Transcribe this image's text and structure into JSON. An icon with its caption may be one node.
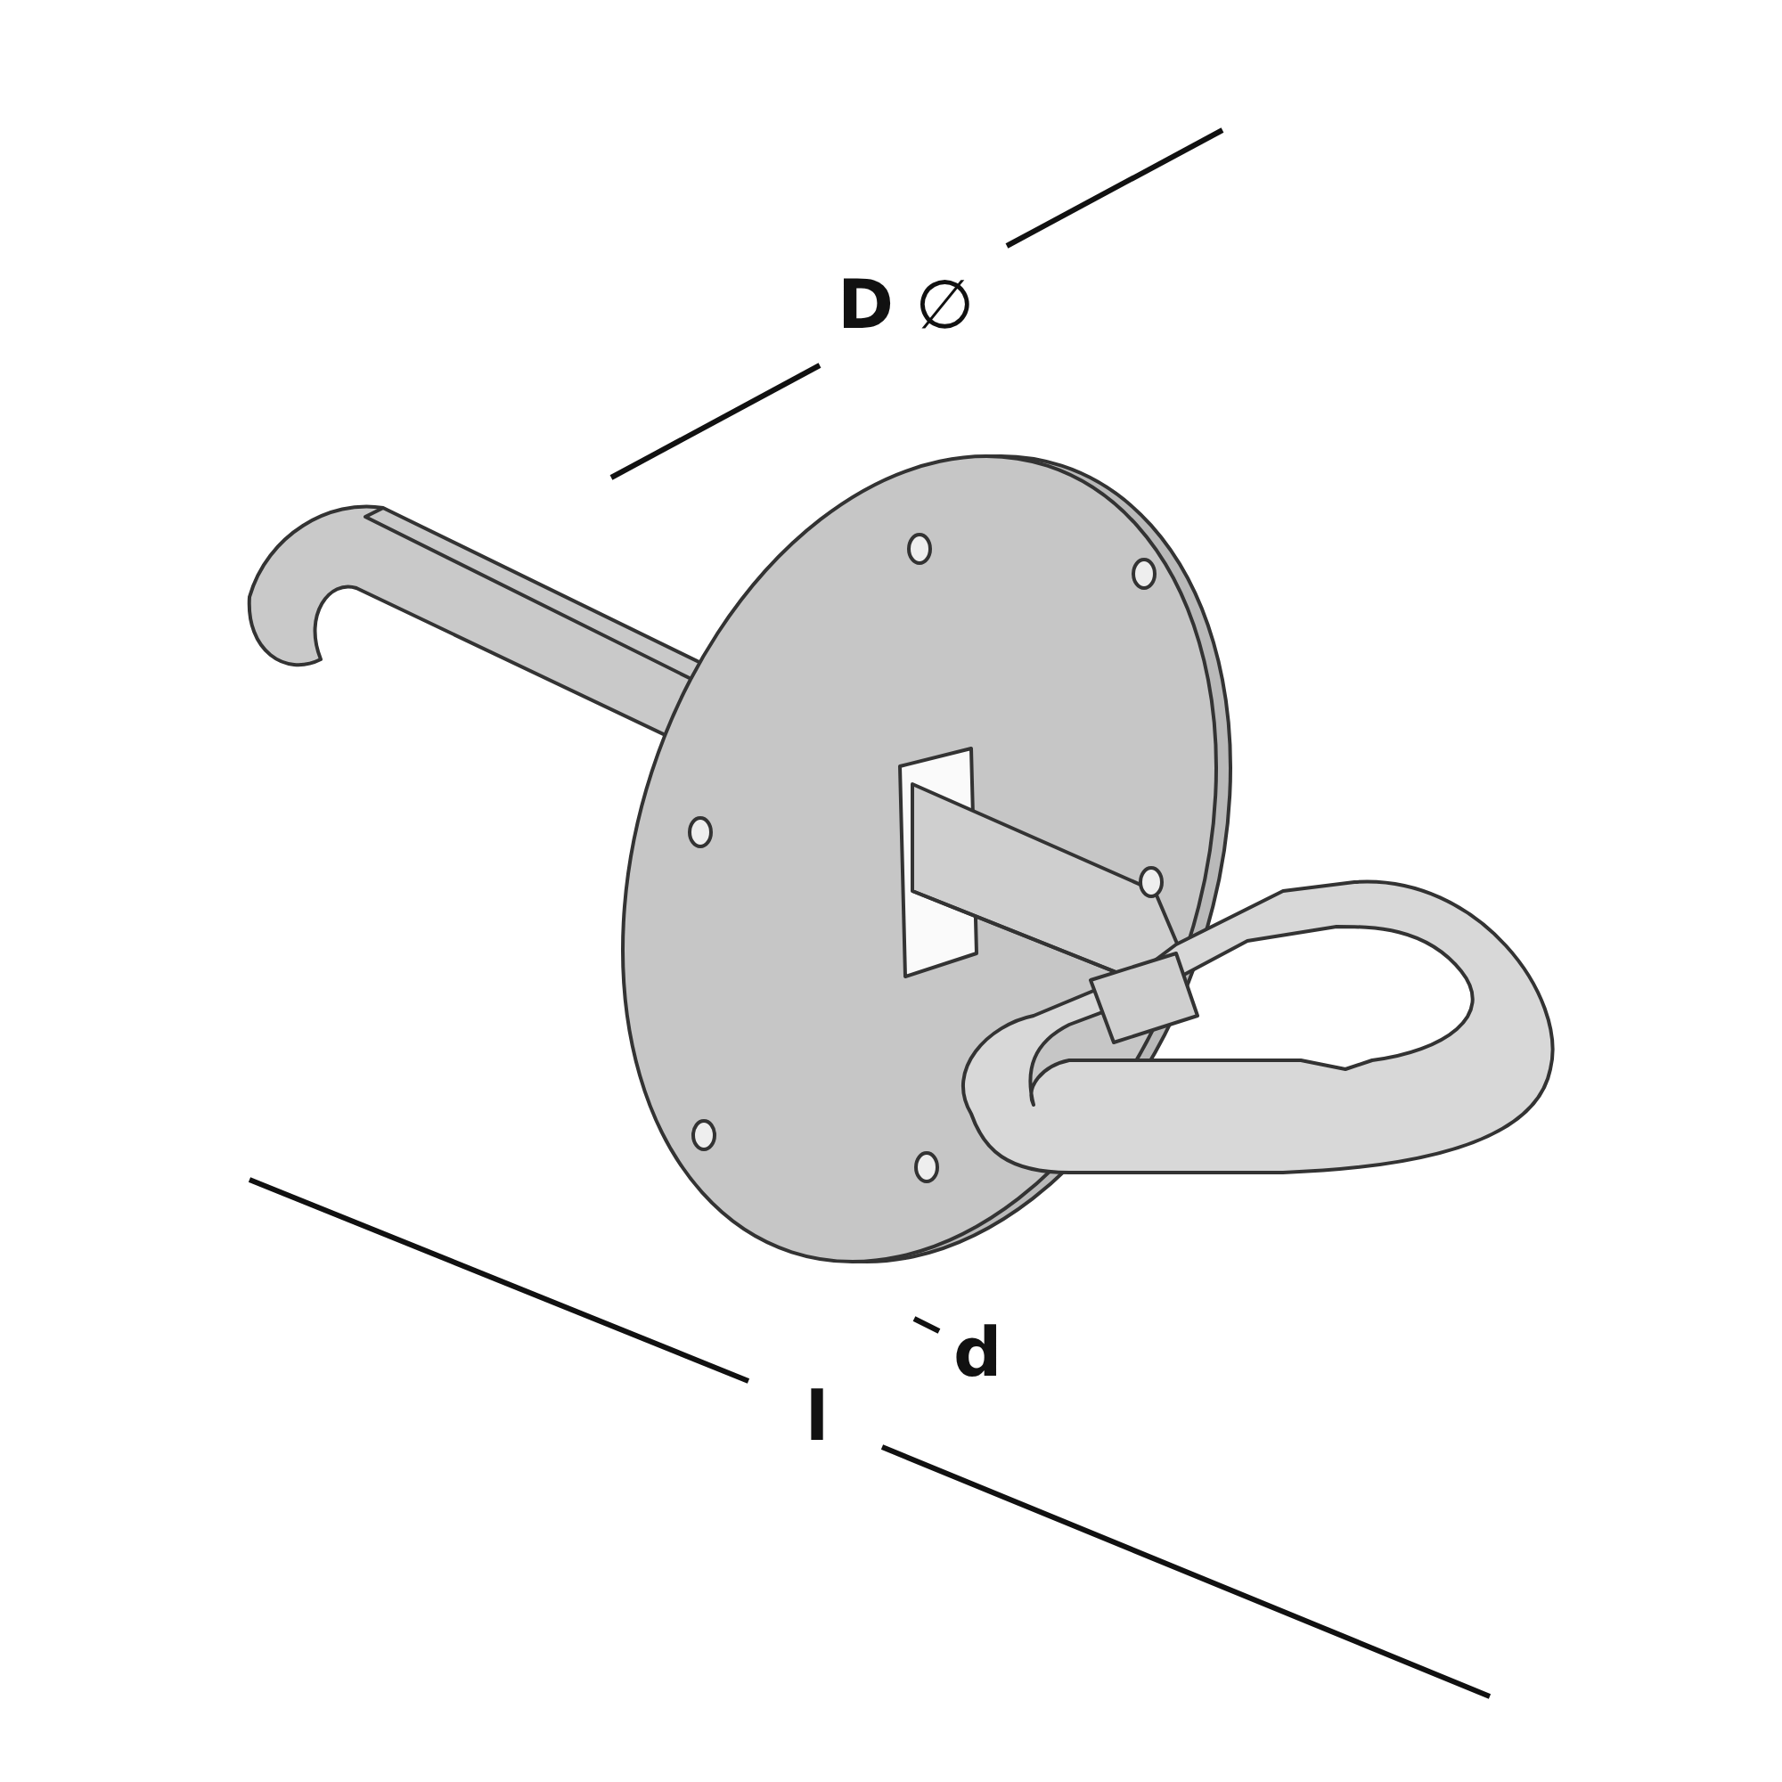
{
  "diagram": {
    "labels": [
      "**D** ∅",
      "d",
      "l"
    ]
  }
}
